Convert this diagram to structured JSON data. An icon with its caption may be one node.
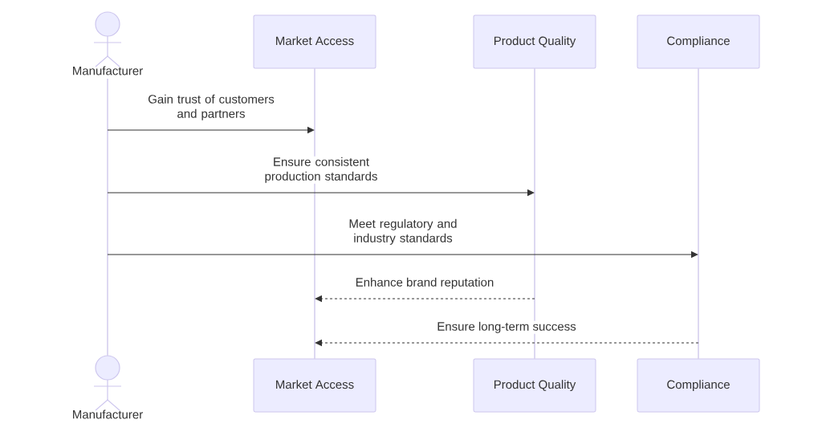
{
  "diagram": {
    "nodes": [
      {
        "text": [
          "Manufacturer"
        ]
      },
      {
        "text": [
          "Market Access"
        ]
      },
      {
        "text": [
          "Product Quality"
        ]
      },
      {
        "text": [
          "Compliance"
        ]
      },
      {
        "text": [
          "Manufacturer"
        ]
      },
      {
        "text": [
          "Market Access"
        ]
      },
      {
        "text": [
          "Product Quality"
        ]
      },
      {
        "text": [
          "Compliance"
        ]
      },
      {
        "text": [],
        "shape": "line"
      },
      {
        "text": [],
        "shape": "line"
      },
      {
        "text": [],
        "shape": "line"
      },
      {
        "text": [],
        "shape": "line"
      }
    ],
    "edges": [
      {
        "from": 8,
        "to": 9,
        "arrow": "to",
        "label": "Gain trust of customers and partners"
      },
      {
        "from": 8,
        "to": 10,
        "arrow": "to",
        "label": "Ensure consistent production standards"
      },
      {
        "from": 8,
        "to": 11,
        "arrow": "to",
        "label": "Meet regulatory and industry standards"
      },
      {
        "from": 10,
        "to": 9,
        "arrow": "to",
        "label": "Enhance brand reputation",
        "style": "dashed"
      },
      {
        "from": 11,
        "to": 9,
        "arrow": "to",
        "label": "Ensure long-term success",
        "style": "dashed"
      }
    ]
  }
}
